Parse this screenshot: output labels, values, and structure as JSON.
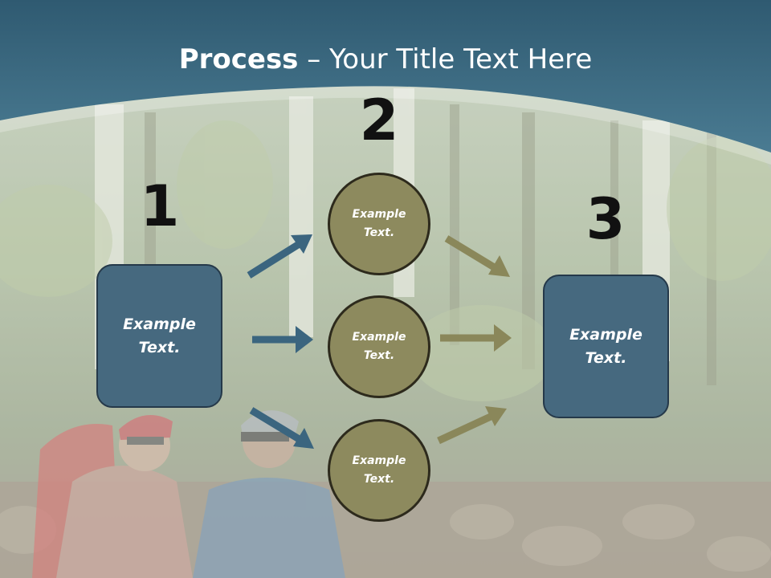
{
  "title": {
    "bold": "Process",
    "rest": " – Your Title Text Here"
  },
  "steps": {
    "n1": "1",
    "n2": "2",
    "n3": "3"
  },
  "left_box": "Example Text.",
  "right_box": "Example Text.",
  "circles": [
    "Example Text.",
    "Example Text.",
    "Example Text."
  ],
  "colors": {
    "header_band": "#3f6d84",
    "box_fill": "#46697f",
    "circle_fill": "#8d8a5e",
    "arrow_blue": "#3b657f",
    "arrow_olive": "#8a875a"
  }
}
